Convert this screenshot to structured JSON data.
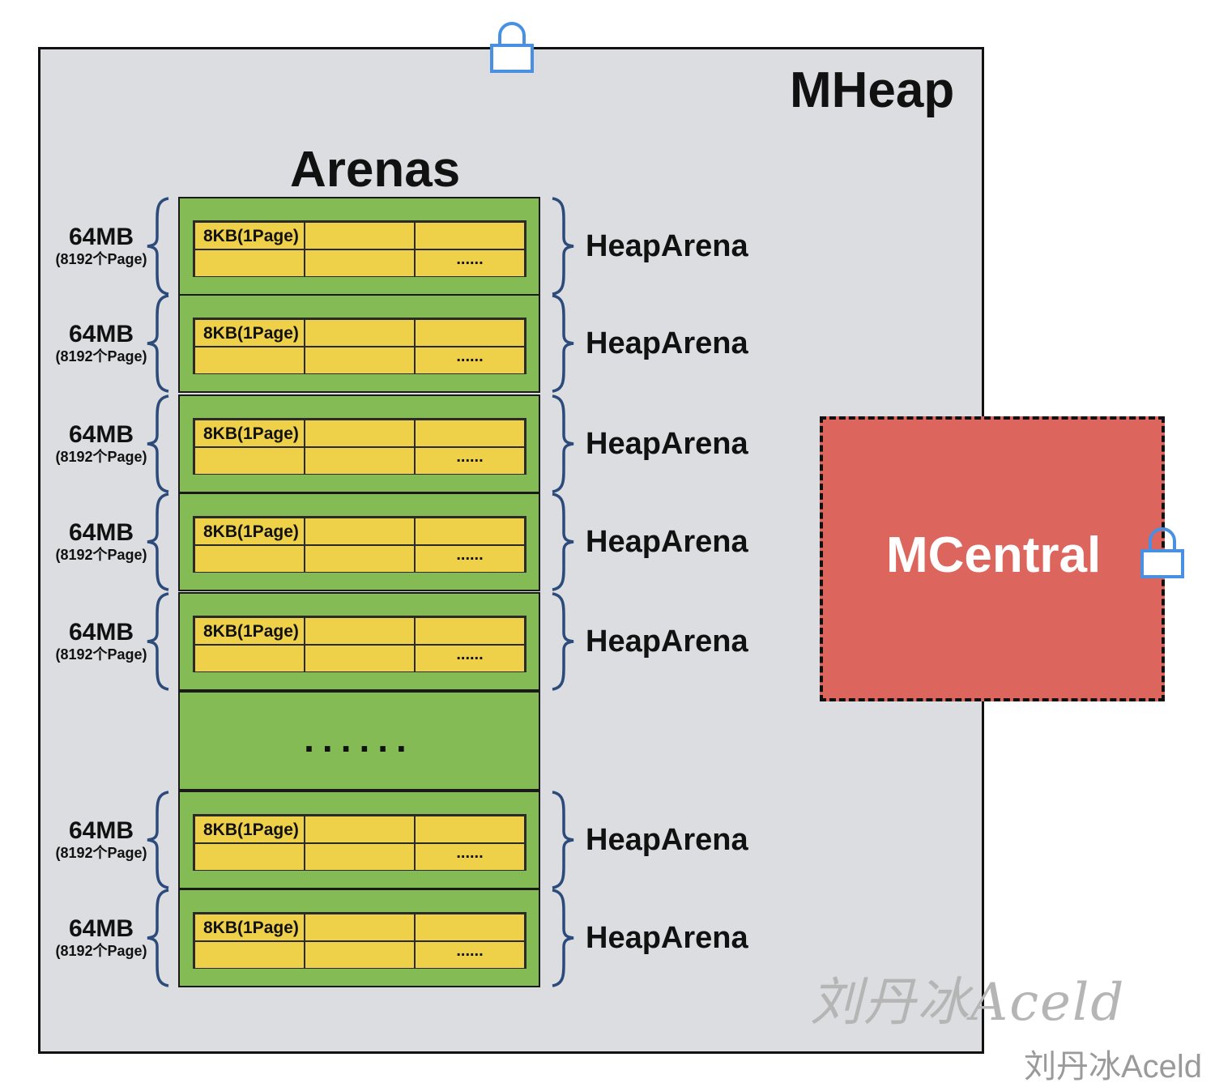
{
  "mheap": {
    "title": "MHeap"
  },
  "arenas": {
    "title": "Arenas"
  },
  "page_cell": {
    "label": "8KB(1Page)",
    "dots": "......"
  },
  "rows": [
    {
      "size": "64MB",
      "pages": "(8192个Page)",
      "label": "HeapArena"
    },
    {
      "size": "64MB",
      "pages": "(8192个Page)",
      "label": "HeapArena"
    },
    {
      "size": "64MB",
      "pages": "(8192个Page)",
      "label": "HeapArena"
    },
    {
      "size": "64MB",
      "pages": "(8192个Page)",
      "label": "HeapArena"
    },
    {
      "size": "64MB",
      "pages": "(8192个Page)",
      "label": "HeapArena"
    },
    {
      "size": "64MB",
      "pages": "(8192个Page)",
      "label": "HeapArena"
    },
    {
      "size": "64MB",
      "pages": "(8192个Page)",
      "label": "HeapArena"
    }
  ],
  "ellipsis": "......",
  "mcentral": {
    "title": "MCentral"
  },
  "watermark": {
    "main": "刘丹冰Aceld",
    "corner": "刘丹冰Aceld"
  },
  "colors": {
    "mheap_bg": "#dcdde0",
    "arena_green": "#84bb55",
    "page_yellow": "#efd049",
    "mcentral_red": "#dc655d",
    "lock_blue": "#4a90e2",
    "brace_navy": "#2c4a7a"
  },
  "icons": {
    "lock": "lock-icon"
  }
}
